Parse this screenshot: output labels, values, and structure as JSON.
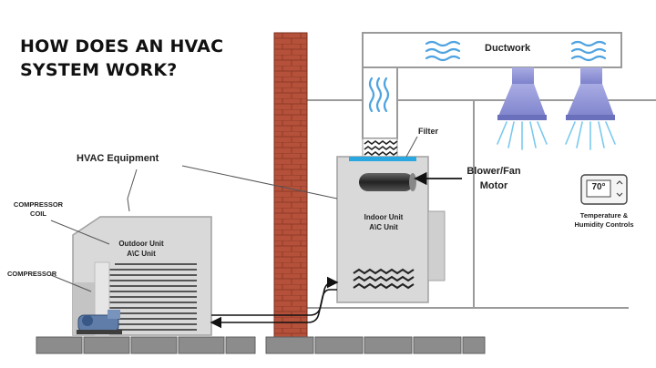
{
  "title": {
    "line1": "HOW DOES AN HVAC",
    "line2": "SYSTEM WORK?"
  },
  "labels": {
    "hvac_equipment": "HVAC Equipment",
    "compressor_coil_1": "COMPRESSOR",
    "compressor_coil_2": "COIL",
    "compressor": "COMPRESSOR",
    "outdoor_unit_1": "Outdoor Unit",
    "outdoor_unit_2": "A\\C Unit",
    "indoor_unit_1": "Indoor Unit",
    "indoor_unit_2": "A\\C Unit",
    "filter": "Filter",
    "blower_1": "Blower/Fan",
    "blower_2": "Motor",
    "ductwork": "Ductwork",
    "thermostat_display": "70°",
    "temp_controls_1": "Temperature &",
    "temp_controls_2": "Humidity Controls"
  },
  "colors": {
    "brick": "#b5513a",
    "unit_gray": "#d9d9d9",
    "filter_blue": "#2aa7e0",
    "airflow_blue": "#4fa3e0",
    "vent_purple": "#8e93d6",
    "ground_gray": "#8c8c8c"
  }
}
